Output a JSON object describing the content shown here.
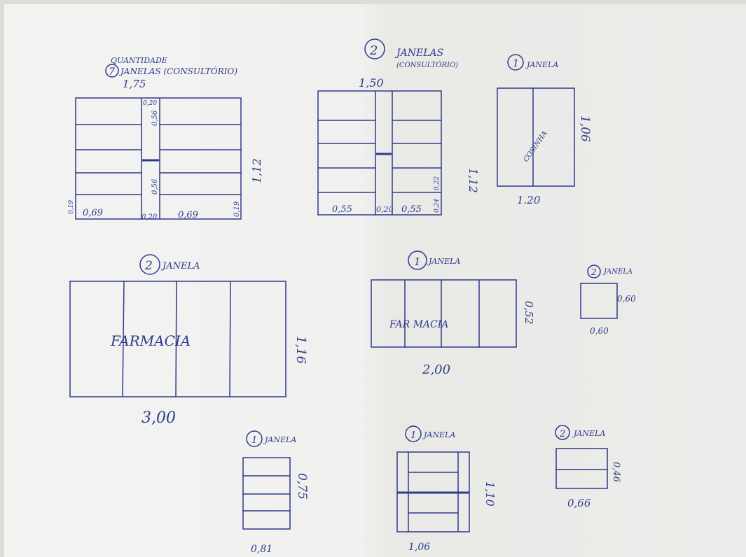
{
  "header": {
    "quantity_label": "QUANTIDADE",
    "qty": "7",
    "title": "JANELAS (CONSULTÓRIO)",
    "width": "1,75"
  },
  "windows": {
    "w1": {
      "labels": [
        "0,20",
        "0,56",
        "0,56",
        "0,19",
        "0,69",
        "0,20",
        "0,69",
        "0,19"
      ],
      "height": "1,12"
    },
    "w2": {
      "qty": "2",
      "title": "JANELAS",
      "subtitle": "(CONSULTÓRIO)",
      "width": "1,50",
      "labels": [
        "0,55",
        "0,20",
        "0,55",
        "0,24",
        "0,22"
      ],
      "height": "1,12"
    },
    "w3": {
      "qty": "1",
      "title": "JANELA",
      "room": "COSINHA",
      "height": "1,06",
      "width": "1.20"
    },
    "w4": {
      "qty": "2",
      "title": "JANELA",
      "room": "FARMACIA",
      "height": "1,16",
      "width": "3,00"
    },
    "w5": {
      "qty": "1",
      "title": "JANELA",
      "room": "FAR MACIA",
      "height": "0,52",
      "width": "2,00"
    },
    "w6": {
      "qty": "2",
      "title": "JANELA",
      "height": "0,60",
      "width": "0,60"
    },
    "w7": {
      "qty": "1",
      "title": "JANELA",
      "height": "0,75",
      "width": "0,81"
    },
    "w8": {
      "qty": "1",
      "title": "JANELA",
      "height": "1,10",
      "width": "1,06"
    },
    "w9": {
      "qty": "2",
      "title": "JANELA",
      "height": "0,46",
      "width": "0,66"
    }
  },
  "colors": {
    "ink": "#2e3b8c",
    "paper": "#f1f1ef"
  }
}
